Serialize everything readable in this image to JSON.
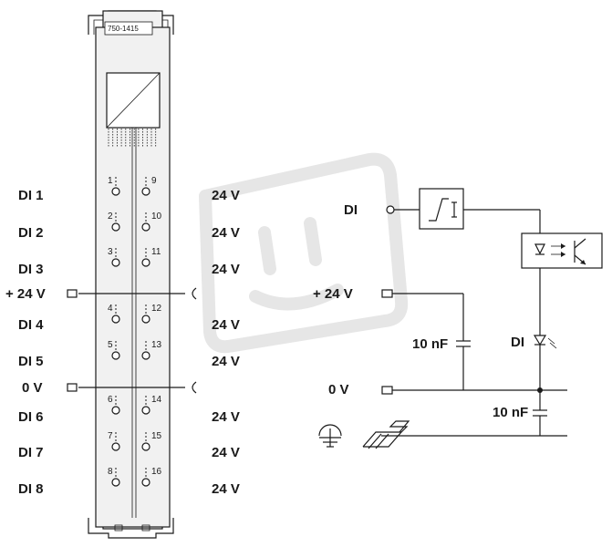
{
  "module": {
    "model": "750-1415",
    "terminals_left": [
      "1",
      "2",
      "3",
      "4",
      "5",
      "6",
      "7",
      "8"
    ],
    "terminals_right": [
      "9",
      "10",
      "11",
      "12",
      "13",
      "14",
      "15",
      "16"
    ]
  },
  "left_labels": {
    "di1": "DI 1",
    "di2": "DI 2",
    "di3": "DI 3",
    "plus24": "+ 24 V",
    "di4": "DI 4",
    "di5": "DI 5",
    "zero": "0 V",
    "di6": "DI 6",
    "di7": "DI 7",
    "di8": "DI 8"
  },
  "right_labels": {
    "r1": "24 V",
    "r2": "24 V",
    "r3": "24 V",
    "r4": "24 V",
    "r5": "24 V",
    "r6": "24 V",
    "r7": "24 V",
    "r8": "24 V"
  },
  "schematic": {
    "di": "DI",
    "plus24": "+ 24 V",
    "zero": "0 V",
    "cap1": "10 nF",
    "cap2": "10 nF",
    "di_led": "DI"
  },
  "colors": {
    "line": "#1a1a1a",
    "module_fill": "#f1f1f1",
    "watermark": "#e6e6e6"
  }
}
